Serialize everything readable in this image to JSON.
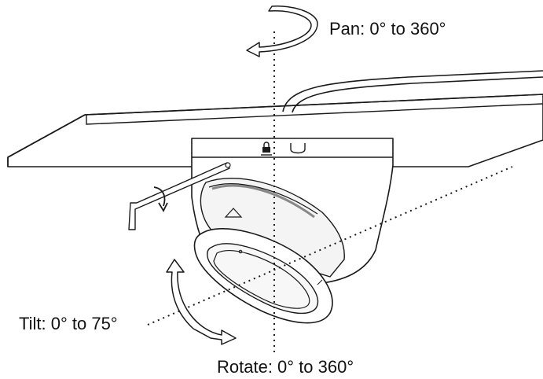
{
  "labels": {
    "pan": "Pan: 0° to 360°",
    "tilt": "Tilt: 0° to 75°",
    "rotate": "Rotate: 0° to 360°"
  },
  "icons": [
    "lock-icon",
    "hex-key-icon",
    "pan-arrow-icon",
    "tilt-arrow-icon",
    "rotate-arrow-icon"
  ],
  "colors": {
    "line": "#1a1a1a",
    "background": "#ffffff",
    "shade": "#e6e6e6"
  }
}
